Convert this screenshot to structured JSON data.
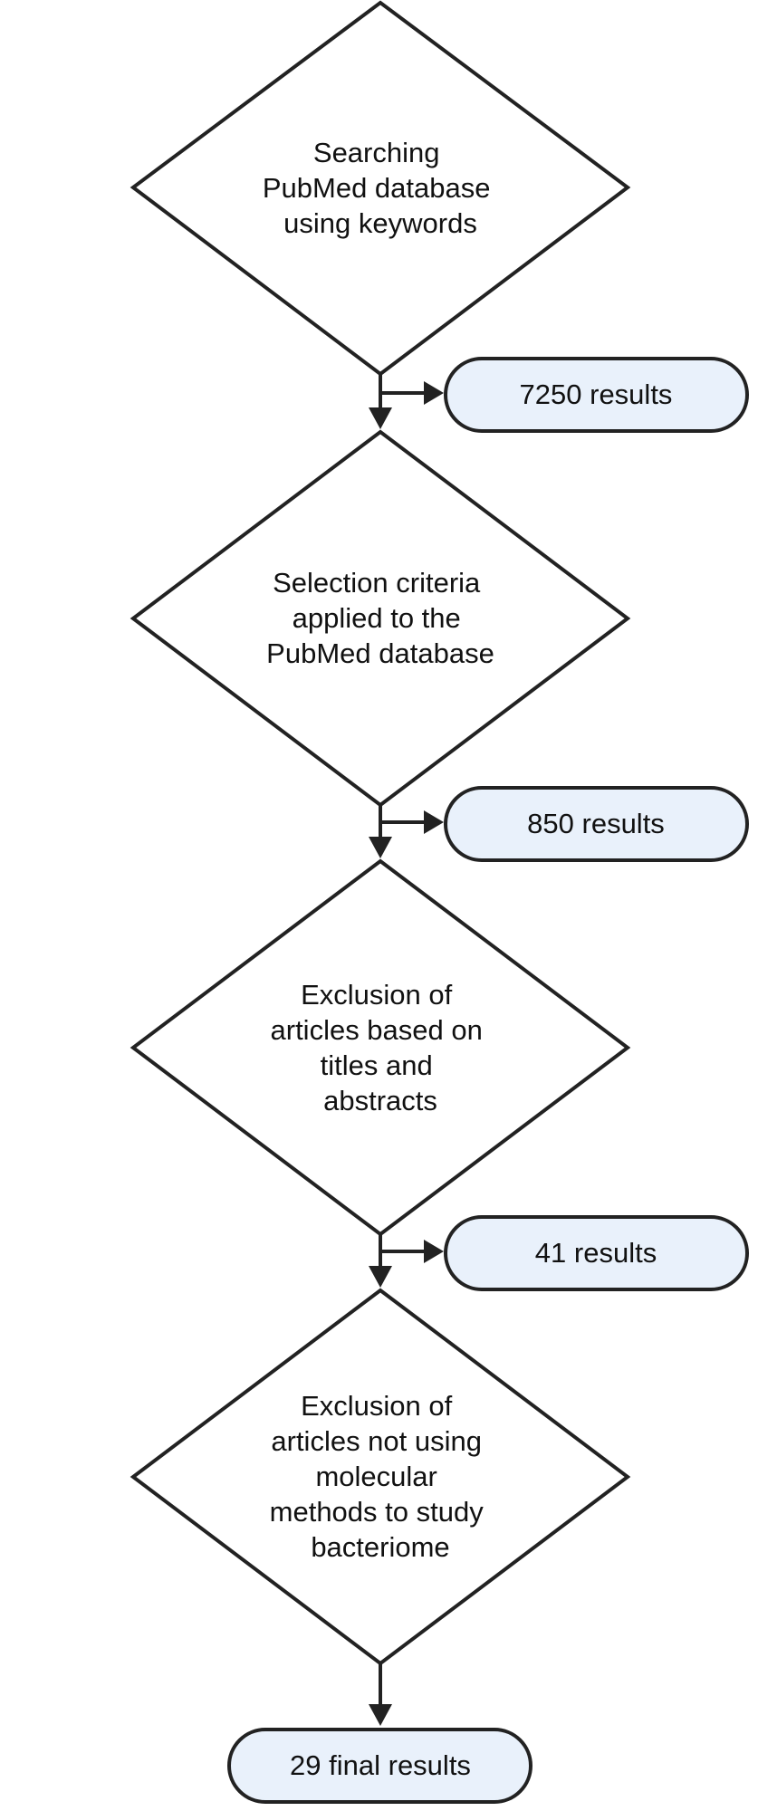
{
  "steps": [
    {
      "lines": [
        "Searching",
        "PubMed database",
        "using keywords"
      ],
      "result": "7250 results"
    },
    {
      "lines": [
        "Selection criteria",
        "applied to the",
        "PubMed database"
      ],
      "result": "850 results"
    },
    {
      "lines": [
        "Exclusion of",
        "articles based on",
        "titles and",
        "abstracts"
      ],
      "result": "41 results"
    },
    {
      "lines": [
        "Exclusion of",
        "articles not using",
        "molecular",
        "methods to study",
        "bacteriome"
      ]
    }
  ],
  "final_result": "29 final results",
  "colors": {
    "stroke": "#222222",
    "result_fill": "#e9f1fb",
    "text": "#111111"
  }
}
